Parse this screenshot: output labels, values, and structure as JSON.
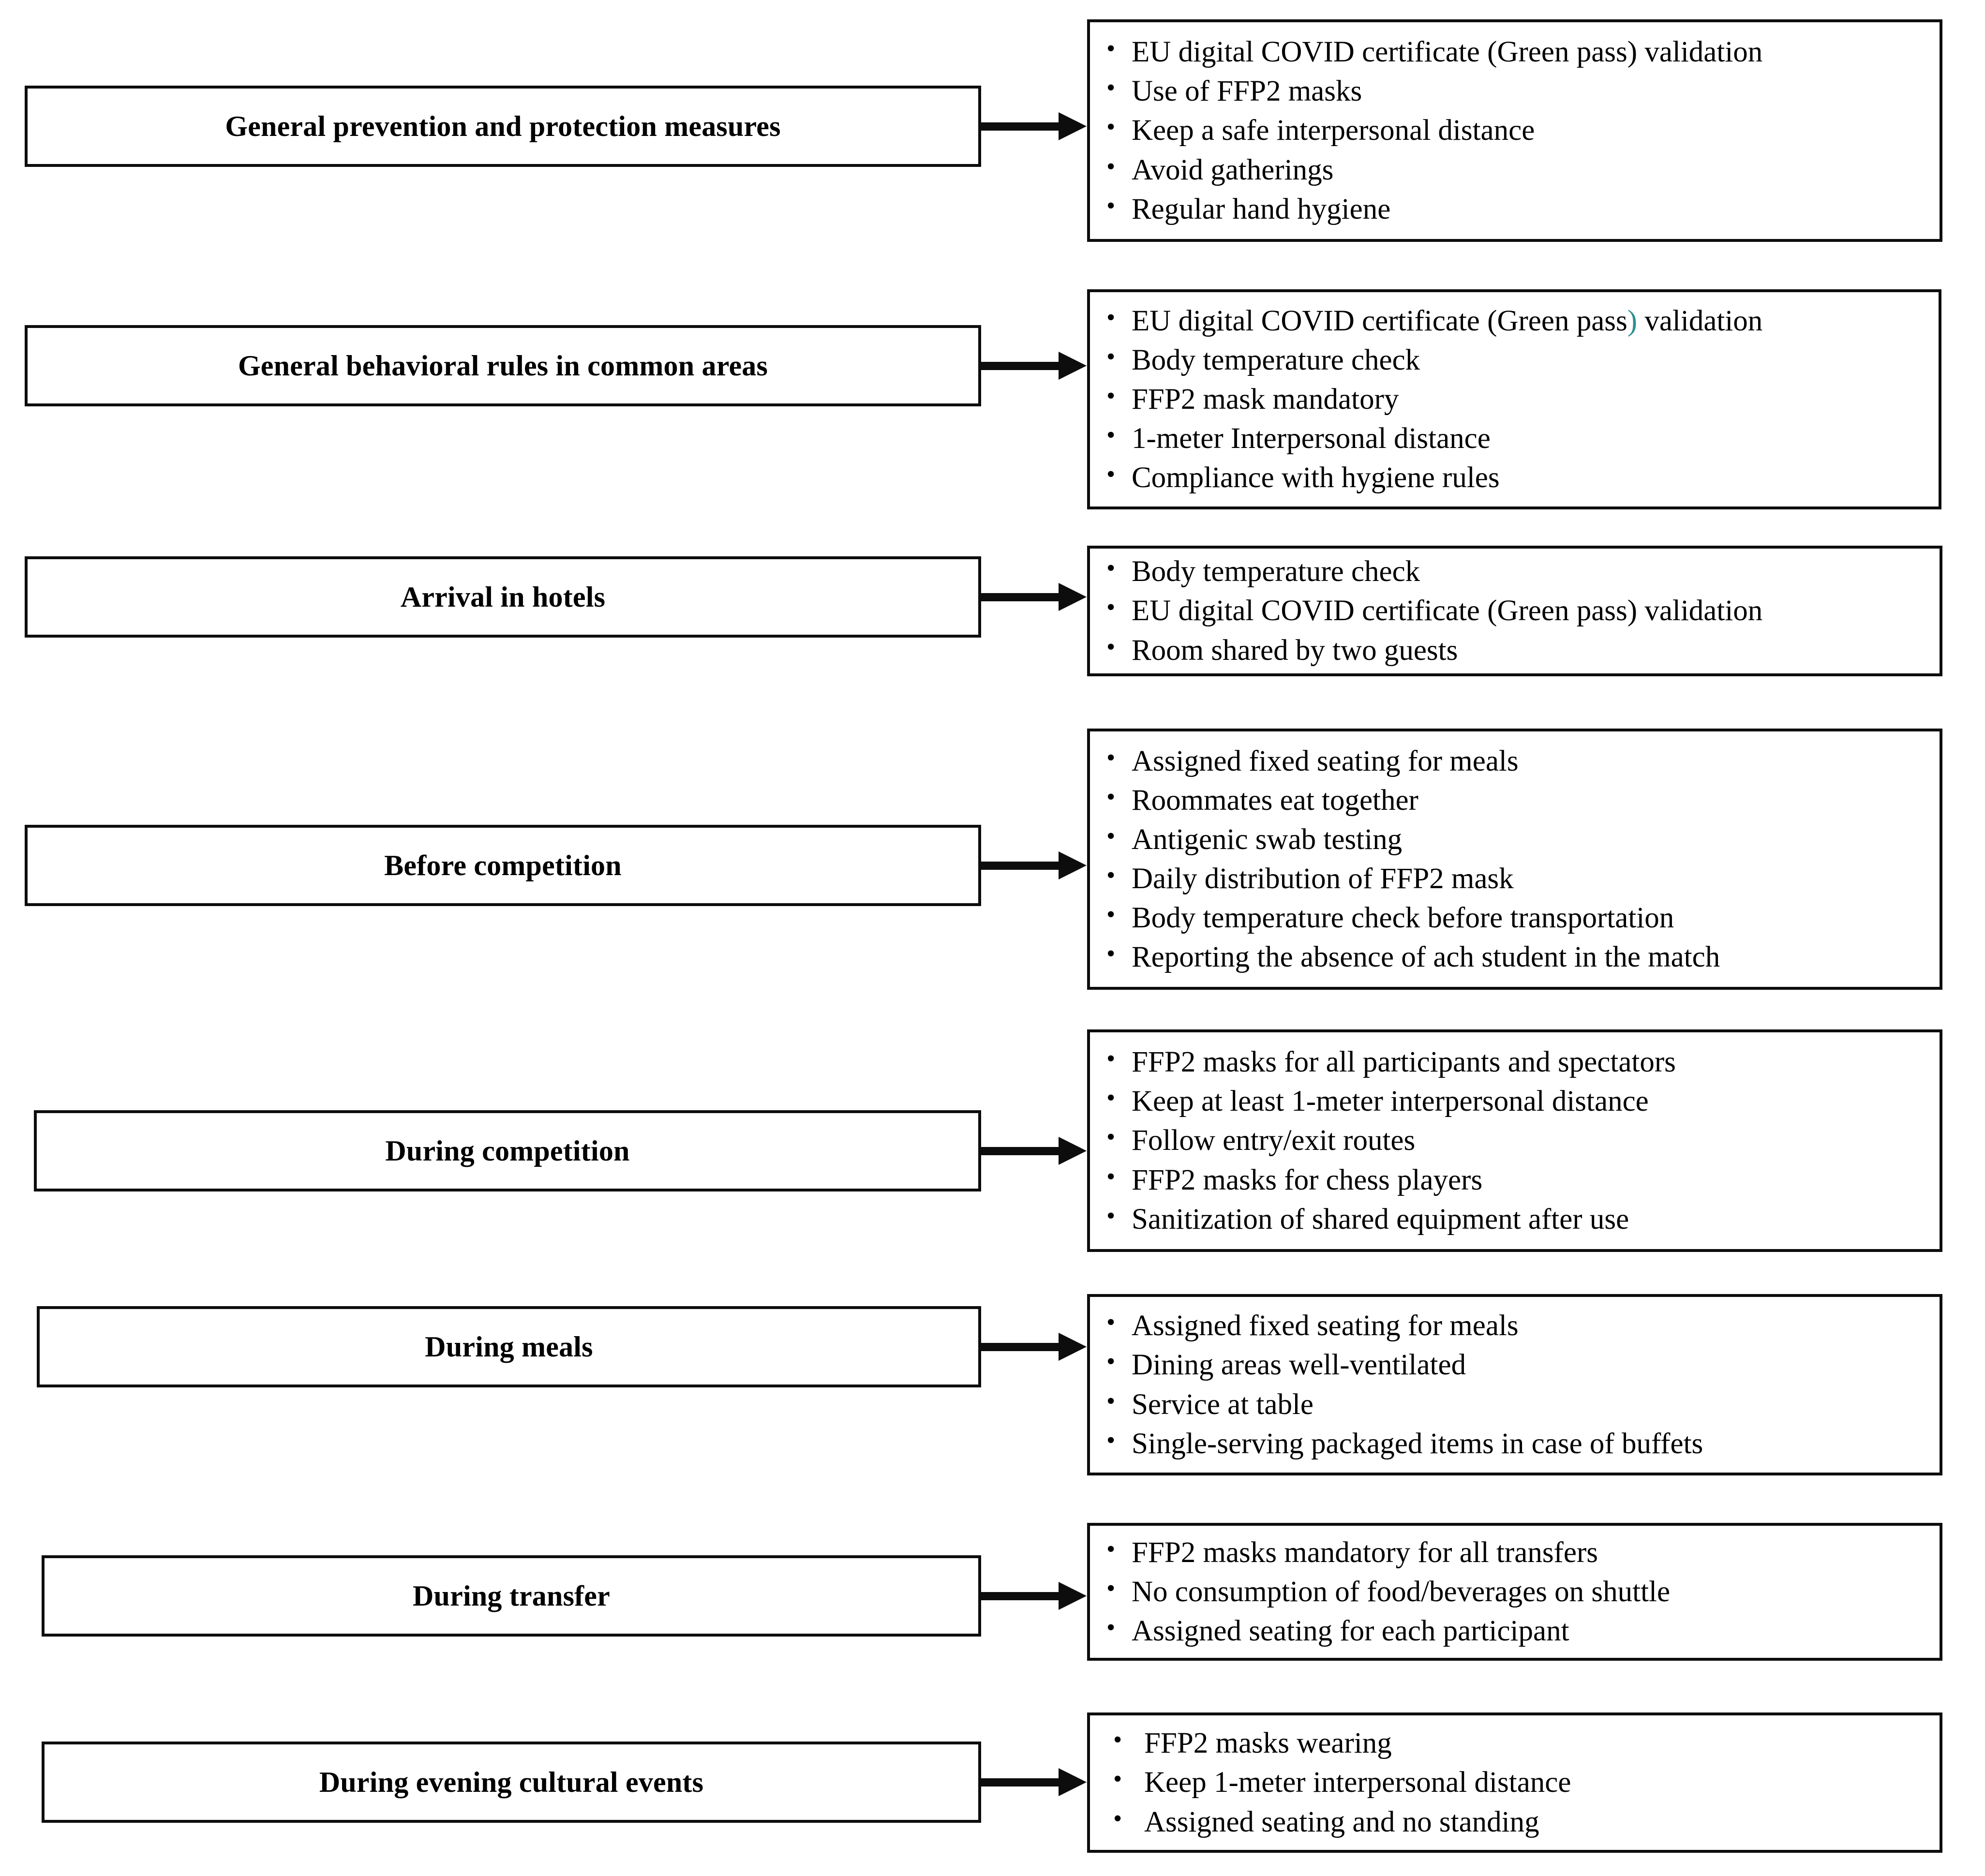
{
  "diagram": {
    "title": "COVID-19 prevention protocol flowchart",
    "type": "flowchart",
    "orientation": "left-label to right-detail, 8 parallel rows",
    "connector": "arrow-right",
    "colors": {
      "stroke": "#0d0d0d",
      "background": "#ffffff",
      "text": "#000000",
      "artifact_teal": "#2a8f8f"
    },
    "rows": [
      {
        "id": "general-prevention",
        "label": "General prevention and protection measures",
        "items": [
          "EU digital COVID certificate (Green pass) validation",
          "Use of FFP2 masks",
          "Keep a safe interpersonal distance",
          "Avoid gatherings",
          "Regular hand hygiene"
        ]
      },
      {
        "id": "common-areas",
        "label": "General behavioral rules in common areas",
        "items": [
          "EU digital COVID certificate (Green pass) validation",
          "Body temperature check",
          "FFP2 mask mandatory",
          "1-meter Interpersonal distance",
          "Compliance with hygiene rules"
        ],
        "note": "closing parenthesis of (Green pass) rendered in teal"
      },
      {
        "id": "arrival-hotels",
        "label": "Arrival in hotels",
        "items": [
          "Body temperature check",
          "EU digital COVID certificate (Green pass) validation",
          "Room shared by two guests"
        ]
      },
      {
        "id": "before-competition",
        "label": "Before competition",
        "items": [
          "Assigned fixed seating for meals",
          "Roommates eat together",
          "Antigenic swab testing",
          "Daily distribution of FFP2 mask",
          "Body temperature check before transportation",
          "Reporting the absence of ach student in the match"
        ]
      },
      {
        "id": "during-competition",
        "label": "During competition",
        "items": [
          "FFP2 masks for all participants and spectators",
          "Keep at least 1-meter interpersonal distance",
          "Follow entry/exit routes",
          "FFP2 masks for chess players",
          "Sanitization of shared equipment after use"
        ]
      },
      {
        "id": "during-meals",
        "label": "During meals",
        "items": [
          "Assigned fixed seating for meals",
          "Dining areas well-ventilated",
          "Service at table",
          "Single-serving packaged items in case of buffets"
        ]
      },
      {
        "id": "during-transfer",
        "label": "During transfer",
        "items": [
          "FFP2 masks mandatory for all transfers",
          "No consumption of food/beverages on shuttle",
          "Assigned seating for each participant"
        ]
      },
      {
        "id": "evening-events",
        "label": "During evening cultural events",
        "items": [
          "FFP2 masks wearing",
          "Keep 1-meter interpersonal distance",
          "Assigned seating and no standing"
        ]
      }
    ]
  }
}
